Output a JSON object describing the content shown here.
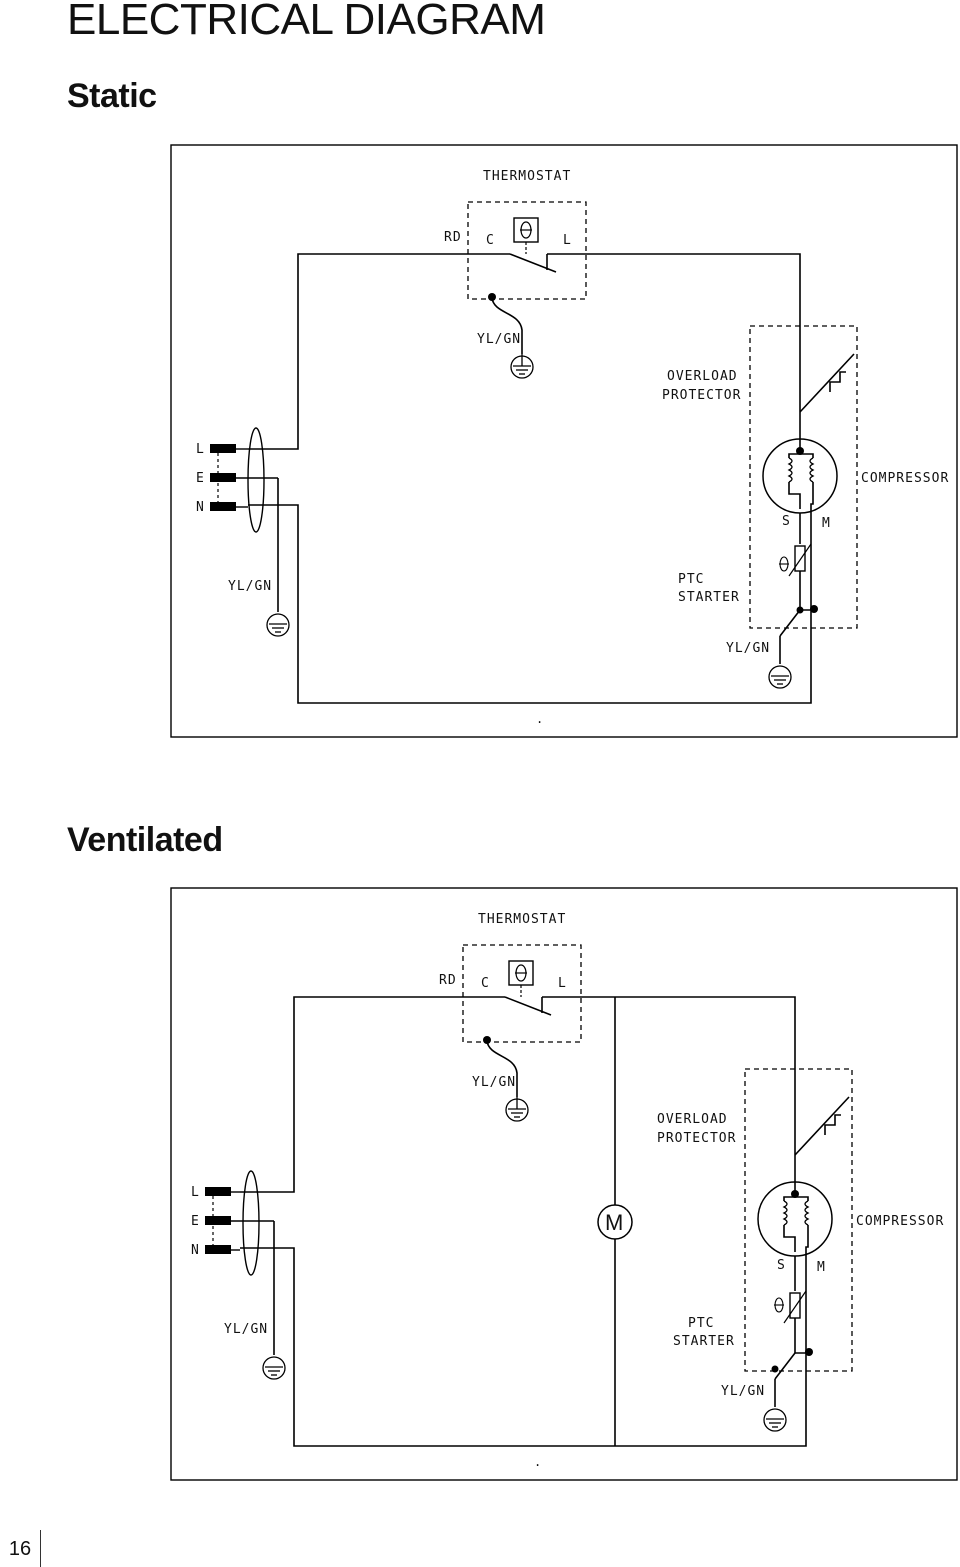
{
  "page": {
    "title": "ELECTRICAL DIAGRAM",
    "page_number": "16"
  },
  "static": {
    "heading": "Static",
    "thermostat": "THERMOSTAT",
    "rd": "RD",
    "c": "C",
    "l_contact": "L",
    "yl_gn_thermostat": "YL/GN",
    "overload_line1": "OVERLOAD",
    "overload_line2": "PROTECTOR",
    "plug_l": "L",
    "plug_e": "E",
    "plug_n": "N",
    "compressor": "COMPRESSOR",
    "s": "S",
    "m": "M",
    "yl_gn_plug": "YL/GN",
    "ptc_line1": "PTC",
    "ptc_line2": "STARTER",
    "yl_gn_compressor": "YL/GN",
    "footer_dot": "."
  },
  "ventilated": {
    "heading": "Ventilated",
    "thermostat": "THERMOSTAT",
    "rd": "RD",
    "c": "C",
    "l_contact": "L",
    "yl_gn_thermostat": "YL/GN",
    "overload_line1": "OVERLOAD",
    "overload_line2": "PROTECTOR",
    "plug_l": "L",
    "plug_e": "E",
    "plug_n": "N",
    "fan_motor": "M",
    "compressor": "COMPRESSOR",
    "s": "S",
    "m": "M",
    "yl_gn_plug": "YL/GN",
    "ptc_line1": "PTC",
    "ptc_line2": "STARTER",
    "yl_gn_compressor": "YL/GN",
    "footer_dot": "."
  }
}
